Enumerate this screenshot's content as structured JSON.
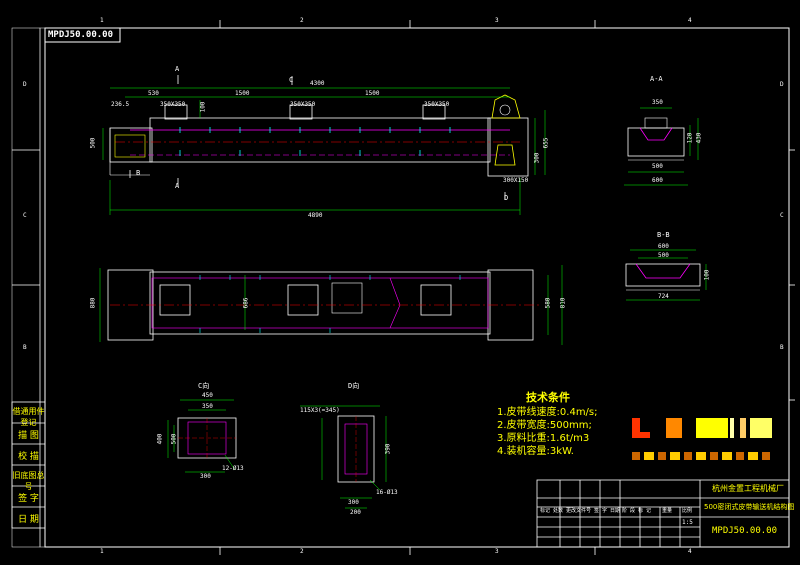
{
  "drawing_number_box": "MPDJ50.00.00",
  "border": {
    "top_cols": [
      "1",
      "2",
      "3",
      "4"
    ],
    "bottom_cols": [
      "1",
      "2",
      "3",
      "4"
    ],
    "left_rows": [
      "D",
      "C",
      "B"
    ],
    "right_rows": [
      "D",
      "C",
      "B"
    ]
  },
  "side_table": [
    "借通用件登记",
    "描 图",
    "校 描",
    "旧底图总号",
    "签 字",
    "日 期"
  ],
  "dims_top": {
    "sec_a1": "A",
    "sec_a2": "A",
    "sec_b1": "B",
    "sec_c": "C",
    "sec_d": "D",
    "d4300": "4300",
    "d530": "530",
    "d1500a": "1500",
    "d1500b": "1500",
    "d236": "236.5",
    "d350a": "350X350",
    "d350b": "350X350",
    "d350c": "350X350",
    "d100": "100",
    "d500": "500",
    "d300": "300",
    "d655": "655",
    "d300x150": "300X150",
    "d4890": "4890"
  },
  "section_aa": {
    "title": "A-A",
    "d350": "350",
    "d500": "500",
    "d600": "600",
    "d120": "120",
    "d430": "430"
  },
  "section_bb": {
    "title": "B-B",
    "d600": "600",
    "d500": "500",
    "d724": "724",
    "d100": "100"
  },
  "dims_plan": {
    "d880": "880",
    "d686": "686",
    "d580": "580",
    "d810": "810"
  },
  "view_c": {
    "title": "C向",
    "d450": "450",
    "d350": "350",
    "d400": "400",
    "d500": "500",
    "d300": "300",
    "d12": "12-Ø13"
  },
  "view_d": {
    "title": "D向",
    "d300": "300",
    "d200": "200",
    "d115": "115X3(=345)",
    "d16": "16-Ø13",
    "d390": "390"
  },
  "tech": {
    "title": "技术条件",
    "lines": [
      "1.皮带线速度:0.4m/s;",
      "2.皮带宽度:500mm;",
      "3.原料比重:1.6t/m3",
      "4.装机容量:3kW."
    ]
  },
  "title_block": {
    "company": "杭州金置工程机械厂",
    "name": "500密闭式皮带输送机结构图",
    "number": "MPDJ50.00.00",
    "scale_label": "1:5",
    "header_row": "标记 处数 更改文件号 签 字 日期",
    "stage_label": "阶 段 标 记",
    "weight_label": "重量",
    "ratio_label": "比例"
  },
  "colors": {
    "line": "#ffffff",
    "yellow": "#ffff00",
    "green": "#00ff00",
    "magenta": "#ff00ff",
    "red": "#ff0000"
  }
}
